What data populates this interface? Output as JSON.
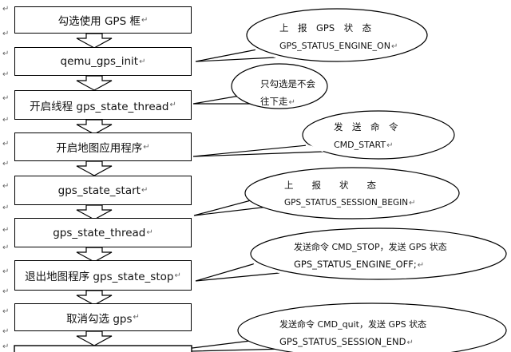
{
  "boxes": [
    {
      "label": "勾选使用 GPS 框"
    },
    {
      "label": "qemu_gps_init"
    },
    {
      "label": "开启线程 gps_state_thread"
    },
    {
      "label": "开启地图应用程序"
    },
    {
      "label": "gps_state_start"
    },
    {
      "label": "gps_state_thread"
    },
    {
      "label": "退出地图程序 gps_state_stop"
    },
    {
      "label": "取消勾选 gps"
    }
  ],
  "bubbles": [
    {
      "line1": "上　报　GPS　状　态",
      "line2": "GPS_STATUS_ENGINE_ON"
    },
    {
      "line1": "只勾选是不会",
      "line2": "往下走"
    },
    {
      "line1": "发　送　命　令",
      "line2": "CMD_START"
    },
    {
      "line1": "上　　报　　状　　态",
      "line2": "GPS_STATUS_SESSION_BEGIN"
    },
    {
      "line1": "发送命令 CMD_STOP，发送 GPS 状态",
      "line2": "GPS_STATUS_ENGINE_OFF;"
    },
    {
      "line1": "发送命令 CMD_quit，发送 GPS 状态",
      "line2": "GPS_STATUS_SESSION_END"
    }
  ],
  "return_mark": "↵"
}
